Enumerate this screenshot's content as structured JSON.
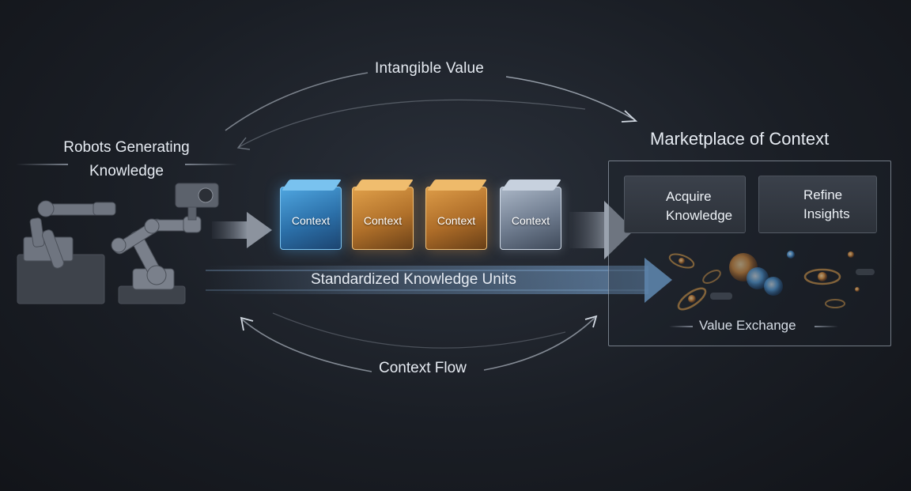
{
  "labels": {
    "intangible_value": "Intangible Value",
    "robots_line1": "Robots Generating",
    "robots_line2": "Knowledge",
    "marketplace_title": "Marketplace of Context",
    "standardized_units": "Standardized Knowledge Units",
    "context_flow": "Context Flow",
    "value_exchange": "Value Exchange"
  },
  "context_blocks": [
    {
      "label": "Context",
      "color": "#3f8fd0"
    },
    {
      "label": "Context",
      "color": "#d18f3e"
    },
    {
      "label": "Context",
      "color": "#d18f3e"
    },
    {
      "label": "Context",
      "color": "#8a96a8"
    }
  ],
  "market_cards": [
    {
      "line1": "Acquire",
      "line2": "Knowledge",
      "icon": "person-icon"
    },
    {
      "line1": "Refine",
      "line2": "Insights",
      "icon": "growth-chart-icon"
    }
  ],
  "colors": {
    "background": "#1a1e25",
    "accent_blue": "#4aa3e6",
    "accent_gold": "#e0a04a",
    "text": "#e6ebf2"
  }
}
